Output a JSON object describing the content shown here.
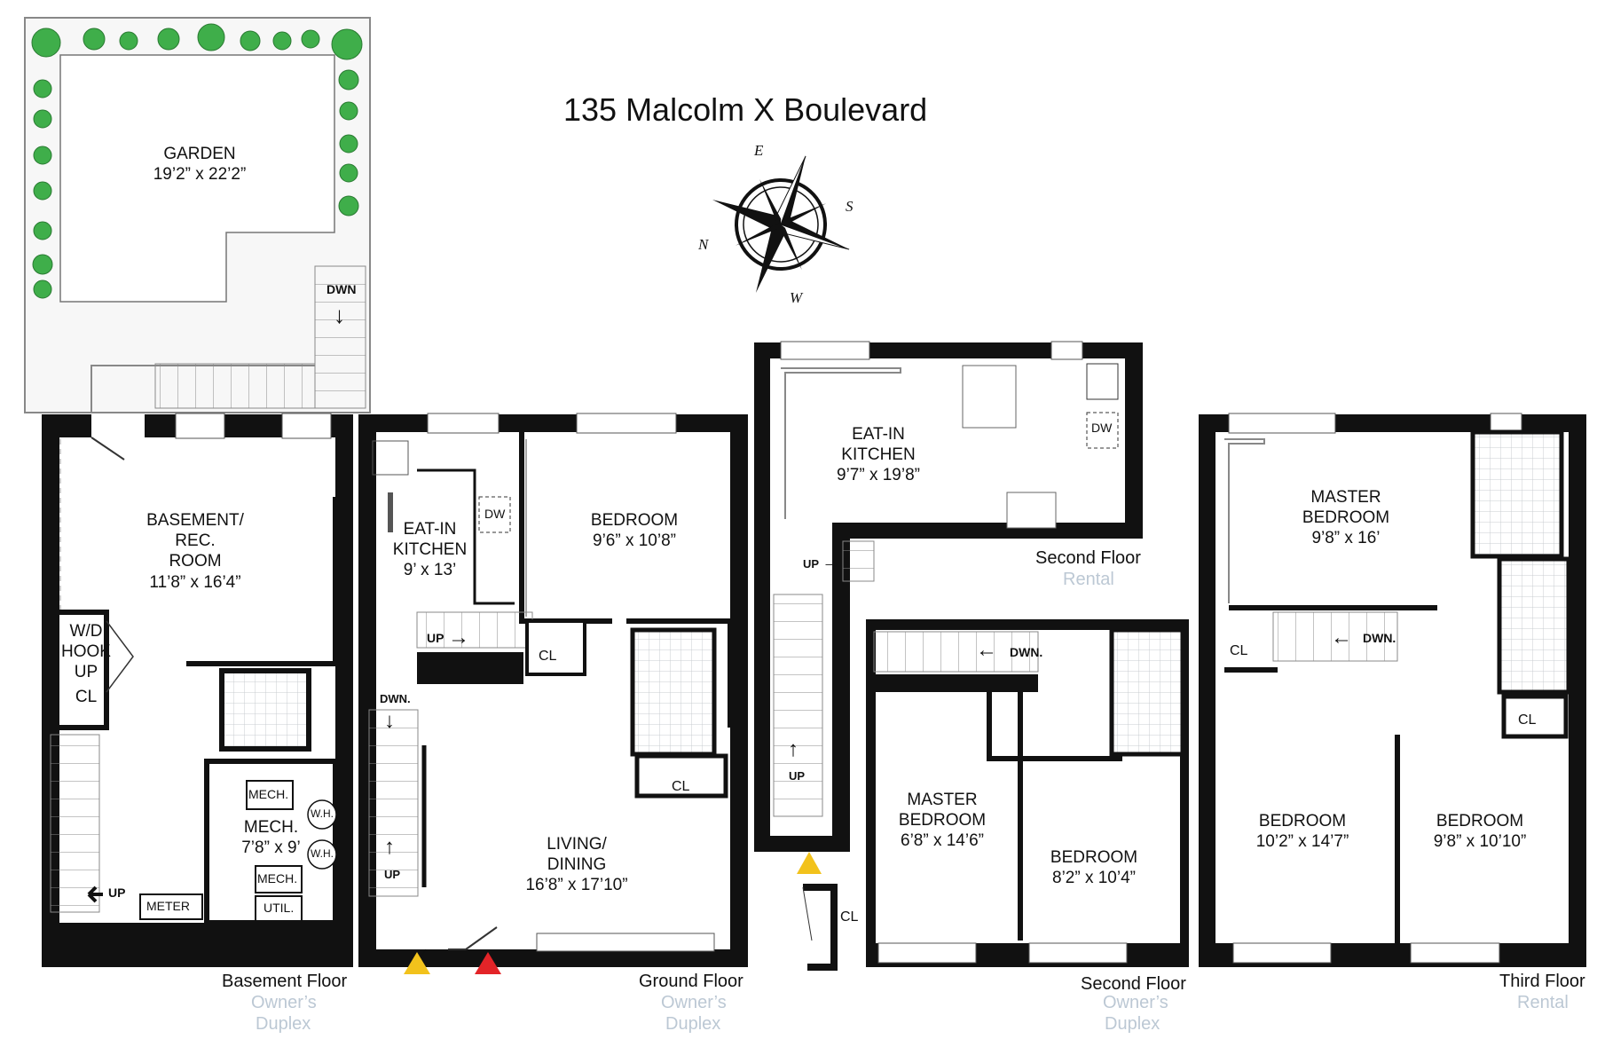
{
  "title": "135 Malcolm X Boulevard",
  "compass": {
    "e": "E",
    "s": "S",
    "w": "W",
    "n": "N"
  },
  "garden": {
    "name": "GARDEN",
    "dims": "19’2” x 22’2”",
    "stair": "DWN"
  },
  "basement": {
    "rec_room": {
      "name_line1": "BASEMENT/",
      "name_line2": "REC.",
      "name_line3": "ROOM",
      "dims": "11’8” x 16’4”"
    },
    "wd": {
      "line1": "W/D",
      "line2": "HOOK",
      "line3": "UP",
      "line4": "CL"
    },
    "mech": {
      "name": "MECH.",
      "dims": "7’8” x 9’",
      "tag1": "MECH.",
      "tag2": "MECH.",
      "wh1": "W.H.",
      "wh2": "W.H.",
      "util": "UTIL.",
      "meter": "METER"
    },
    "up": "UP",
    "floor_label": "Basement Floor",
    "owner_line1": "Owner’s",
    "owner_line2": "Duplex"
  },
  "ground": {
    "kitchen": {
      "line1": "EAT-IN",
      "line2": "KITCHEN",
      "dims": "9’ x 13’",
      "dw": "DW"
    },
    "bedroom": {
      "name": "BEDROOM",
      "dims": "9’6” x 10’8”"
    },
    "living": {
      "line1": "LIVING/",
      "line2": "DINING",
      "dims": "16’8” x 17’10”"
    },
    "cl1": "CL",
    "cl2": "CL",
    "up1": "UP",
    "up2": "UP",
    "dwn": "DWN.",
    "floor_label": "Ground Floor",
    "owner_line1": "Owner’s",
    "owner_line2": "Duplex"
  },
  "second_rental": {
    "kitchen": {
      "line1": "EAT-IN",
      "line2": "KITCHEN",
      "dims": "9’7” x 19’8”",
      "dw": "DW"
    },
    "up1": "UP",
    "up2": "UP",
    "cl": "CL",
    "floor_label": "Second Floor",
    "sub_label": "Rental"
  },
  "second_owner": {
    "master": {
      "line1": "MASTER",
      "line2": "BEDROOM",
      "dims": "6’8” x 14’6”"
    },
    "bedroom": {
      "name": "BEDROOM",
      "dims": "8’2” x 10’4”"
    },
    "dwn": "DWN.",
    "floor_label": "Second Floor",
    "owner_line1": "Owner’s",
    "owner_line2": "Duplex"
  },
  "third": {
    "master": {
      "line1": "MASTER",
      "line2": "BEDROOM",
      "dims": "9’8” x 16’"
    },
    "bedroom1": {
      "name": "BEDROOM",
      "dims": "10’2” x 14’7”"
    },
    "bedroom2": {
      "name": "BEDROOM",
      "dims": "9’8” x 10’10”"
    },
    "cl1": "CL",
    "cl2": "CL",
    "dwn": "DWN.",
    "floor_label": "Third Floor",
    "sub_label": "Rental"
  },
  "colors": {
    "wall": "#111111",
    "garden_fill": "#f7f7f7",
    "plant": "#3fae4a",
    "tile": "#c8ccd0",
    "entry_red": "#e32428",
    "entry_yellow": "#f2c21c",
    "faint_text": "#bcc8d4"
  }
}
